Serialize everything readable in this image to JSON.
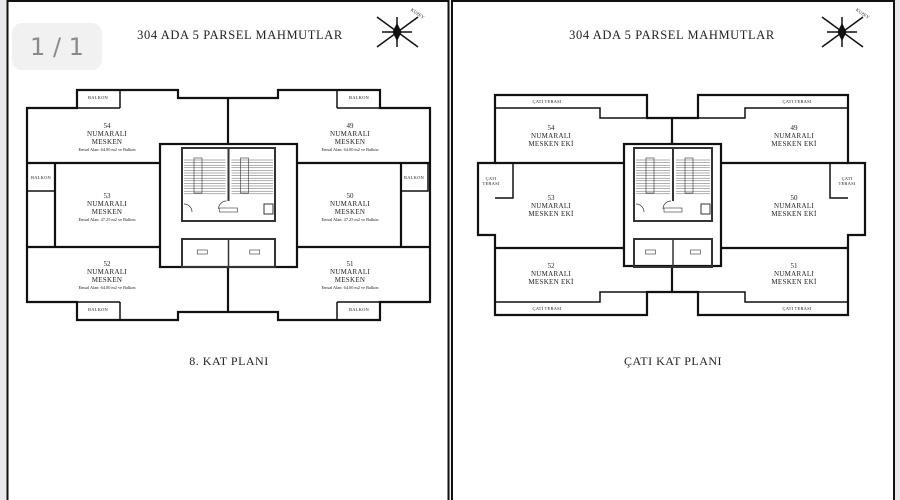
{
  "viewer": {
    "page_indicator": "1 / 1"
  },
  "sheets": [
    {
      "title": "304 ADA  5 PARSEL  MAHMUTLAR",
      "north_label": "KUZEY",
      "caption": "8. KAT PLANI",
      "terrace_label": "BALKON",
      "units": [
        {
          "number": "54",
          "label1": "NUMARALI",
          "label2": "MESKEN",
          "area": "Emsal Alan: 64.00 m2 ve Balkon"
        },
        {
          "number": "49",
          "label1": "NUMARALI",
          "label2": "MESKEN",
          "area": "Emsal Alan: 64.00 m2 ve Balkon"
        },
        {
          "number": "53",
          "label1": "NUMARALI",
          "label2": "MESKEN",
          "area": "Emsal Alan: 47.25 m2 ve Balkon"
        },
        {
          "number": "50",
          "label1": "NUMARALI",
          "label2": "MESKEN",
          "area": "Emsal Alan: 47.25 m2 ve Balkon"
        },
        {
          "number": "52",
          "label1": "NUMARALI",
          "label2": "MESKEN",
          "area": "Emsal Alan: 64.00 m2 ve Balkon"
        },
        {
          "number": "51",
          "label1": "NUMARALI",
          "label2": "MESKEN",
          "area": "Emsal Alan: 64.00 m2 ve Balkon"
        }
      ]
    },
    {
      "title": "304 ADA  5 PARSEL  MAHMUTLAR",
      "north_label": "KUZEY",
      "caption": "ÇATI KAT PLANI",
      "terrace_label": "ÇATI TERASI",
      "side_terrace_label1": "ÇATI",
      "side_terrace_label2": "TERASI",
      "units": [
        {
          "number": "54",
          "label1": "NUMARALI",
          "label2": "MESKEN EKİ"
        },
        {
          "number": "49",
          "label1": "NUMARALI",
          "label2": "MESKEN EKİ"
        },
        {
          "number": "53",
          "label1": "NUMARALI",
          "label2": "MESKEN EKİ"
        },
        {
          "number": "50",
          "label1": "NUMARALI",
          "label2": "MESKEN EKİ"
        },
        {
          "number": "52",
          "label1": "NUMARALI",
          "label2": "MESKEN EKİ"
        },
        {
          "number": "51",
          "label1": "NUMARALI",
          "label2": "MESKEN EKİ"
        }
      ]
    }
  ]
}
